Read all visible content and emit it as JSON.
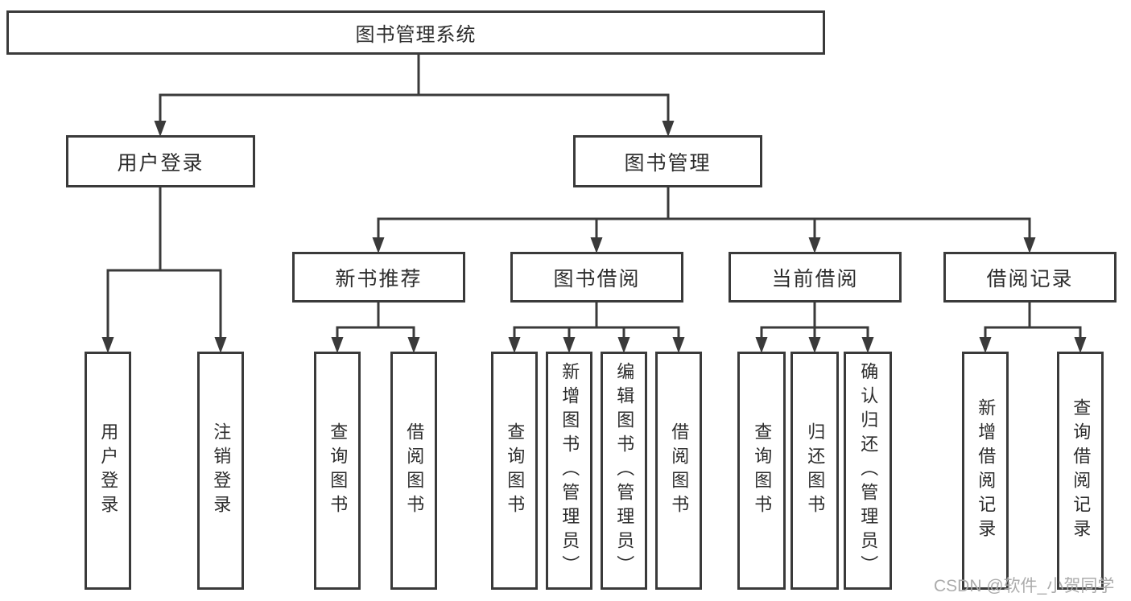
{
  "diagram": {
    "type": "hierarchy-tree",
    "orientation": "top-down"
  },
  "colors": {
    "background": "#ffffff",
    "line": "#3a3a3a",
    "box_border": "#3a3a3a",
    "text": "#2d2d2d",
    "watermark": "#a8a8a8"
  },
  "tree": {
    "label": "图书管理系统",
    "children": [
      {
        "label": "用户登录",
        "children": [
          {
            "label": "用户登录"
          },
          {
            "label": "注销登录"
          }
        ]
      },
      {
        "label": "图书管理",
        "children": [
          {
            "label": "新书推荐",
            "children": [
              {
                "label": "查询图书"
              },
              {
                "label": "借阅图书"
              }
            ]
          },
          {
            "label": "图书借阅",
            "children": [
              {
                "label": "查询图书"
              },
              {
                "label": "新增图书（管理员）"
              },
              {
                "label": "编辑图书（管理员）"
              },
              {
                "label": "借阅图书"
              }
            ]
          },
          {
            "label": "当前借阅",
            "children": [
              {
                "label": "查询图书"
              },
              {
                "label": "归还图书"
              },
              {
                "label": "确认归还（管理员）"
              }
            ]
          },
          {
            "label": "借阅记录",
            "children": [
              {
                "label": "新增借阅记录"
              },
              {
                "label": "查询借阅记录"
              }
            ]
          }
        ]
      }
    ]
  },
  "watermark": "CSDN @软件_小贺同学"
}
